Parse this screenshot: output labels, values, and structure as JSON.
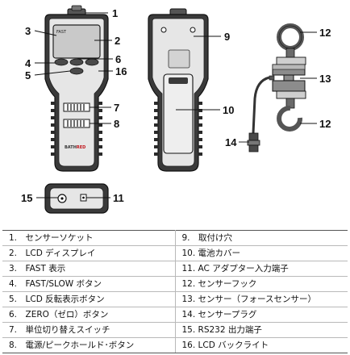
{
  "callouts": {
    "c1": "1",
    "c2": "2",
    "c3": "3",
    "c4": "4",
    "c5": "5",
    "c6": "6",
    "c7": "7",
    "c8": "8",
    "c9": "9",
    "c10": "10",
    "c11": "11",
    "c12a": "12",
    "c12b": "12",
    "c13": "13",
    "c14": "14",
    "c15": "15",
    "c16": "16"
  },
  "device": {
    "lcd_tag": "FAST",
    "brand_left": "BATH",
    "brand_right": "RED"
  },
  "legend": [
    {
      "left": "1.　センサーソケット",
      "right": "9.　取付け穴"
    },
    {
      "left": "2.　LCD ディスプレイ",
      "right": "10. 電池カバー"
    },
    {
      "left": "3.　FAST 表示",
      "right": "11. AC アダプター入力端子"
    },
    {
      "left": "4.　FAST/SLOW ボタン",
      "right": "12. センサーフック"
    },
    {
      "left": "5.　LCD 反転表示ボタン",
      "right": "13. センサー（フォースセンサー）"
    },
    {
      "left": "6.　ZERO（ゼロ）ボタン",
      "right": "14. センサープラグ"
    },
    {
      "left": "7.　単位切り替えスイッチ",
      "right": "15. RS232 出力端子"
    },
    {
      "left": "8.　電源/ピークホールド･ボタン",
      "right": "16. LCD バックライト"
    }
  ],
  "colors": {
    "body_dark": "#3a3a3a",
    "body_grey": "#e6e6e6",
    "screen": "#c9c9c9",
    "accent_red": "#c0151b",
    "table_line": "#b9b9b9"
  }
}
